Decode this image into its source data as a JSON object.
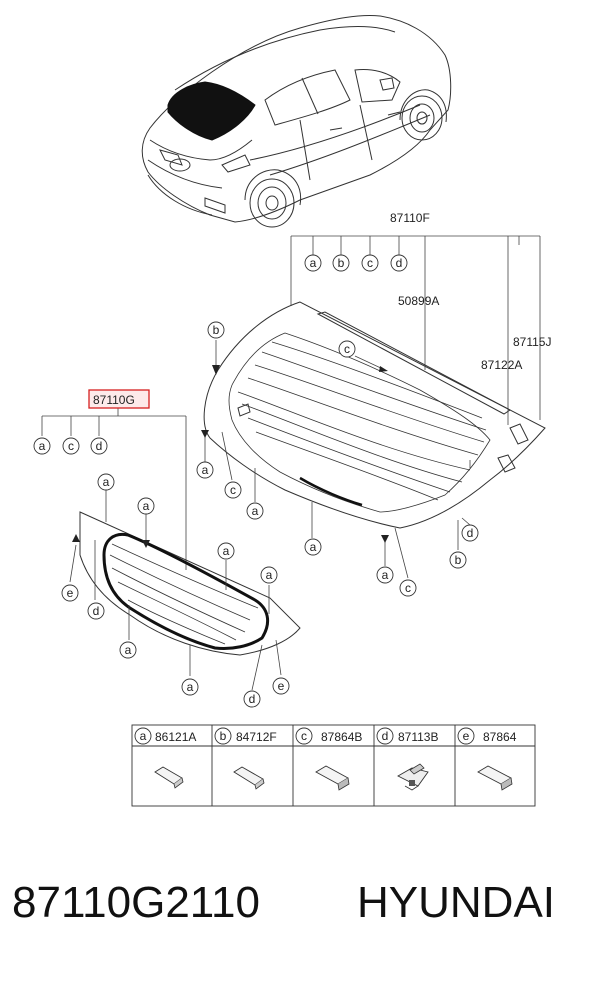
{
  "labels": {
    "assy_main": "87110F",
    "assy_sub": "87110G",
    "defroster": "50899A",
    "spoiler_glass": "87115J",
    "seal": "87122A"
  },
  "callout_letters": [
    "a",
    "b",
    "c",
    "d",
    "e"
  ],
  "parts_table": [
    {
      "letter": "a",
      "code": "86121A"
    },
    {
      "letter": "b",
      "code": "84712F"
    },
    {
      "letter": "c",
      "code": "87864B"
    },
    {
      "letter": "d",
      "code": "87113B"
    },
    {
      "letter": "e",
      "code": "87864"
    }
  ],
  "footer": {
    "part_number": "87110G2110",
    "brand": "HYUNDAI"
  },
  "colors": {
    "highlight": "#d62020",
    "line": "#333333"
  }
}
